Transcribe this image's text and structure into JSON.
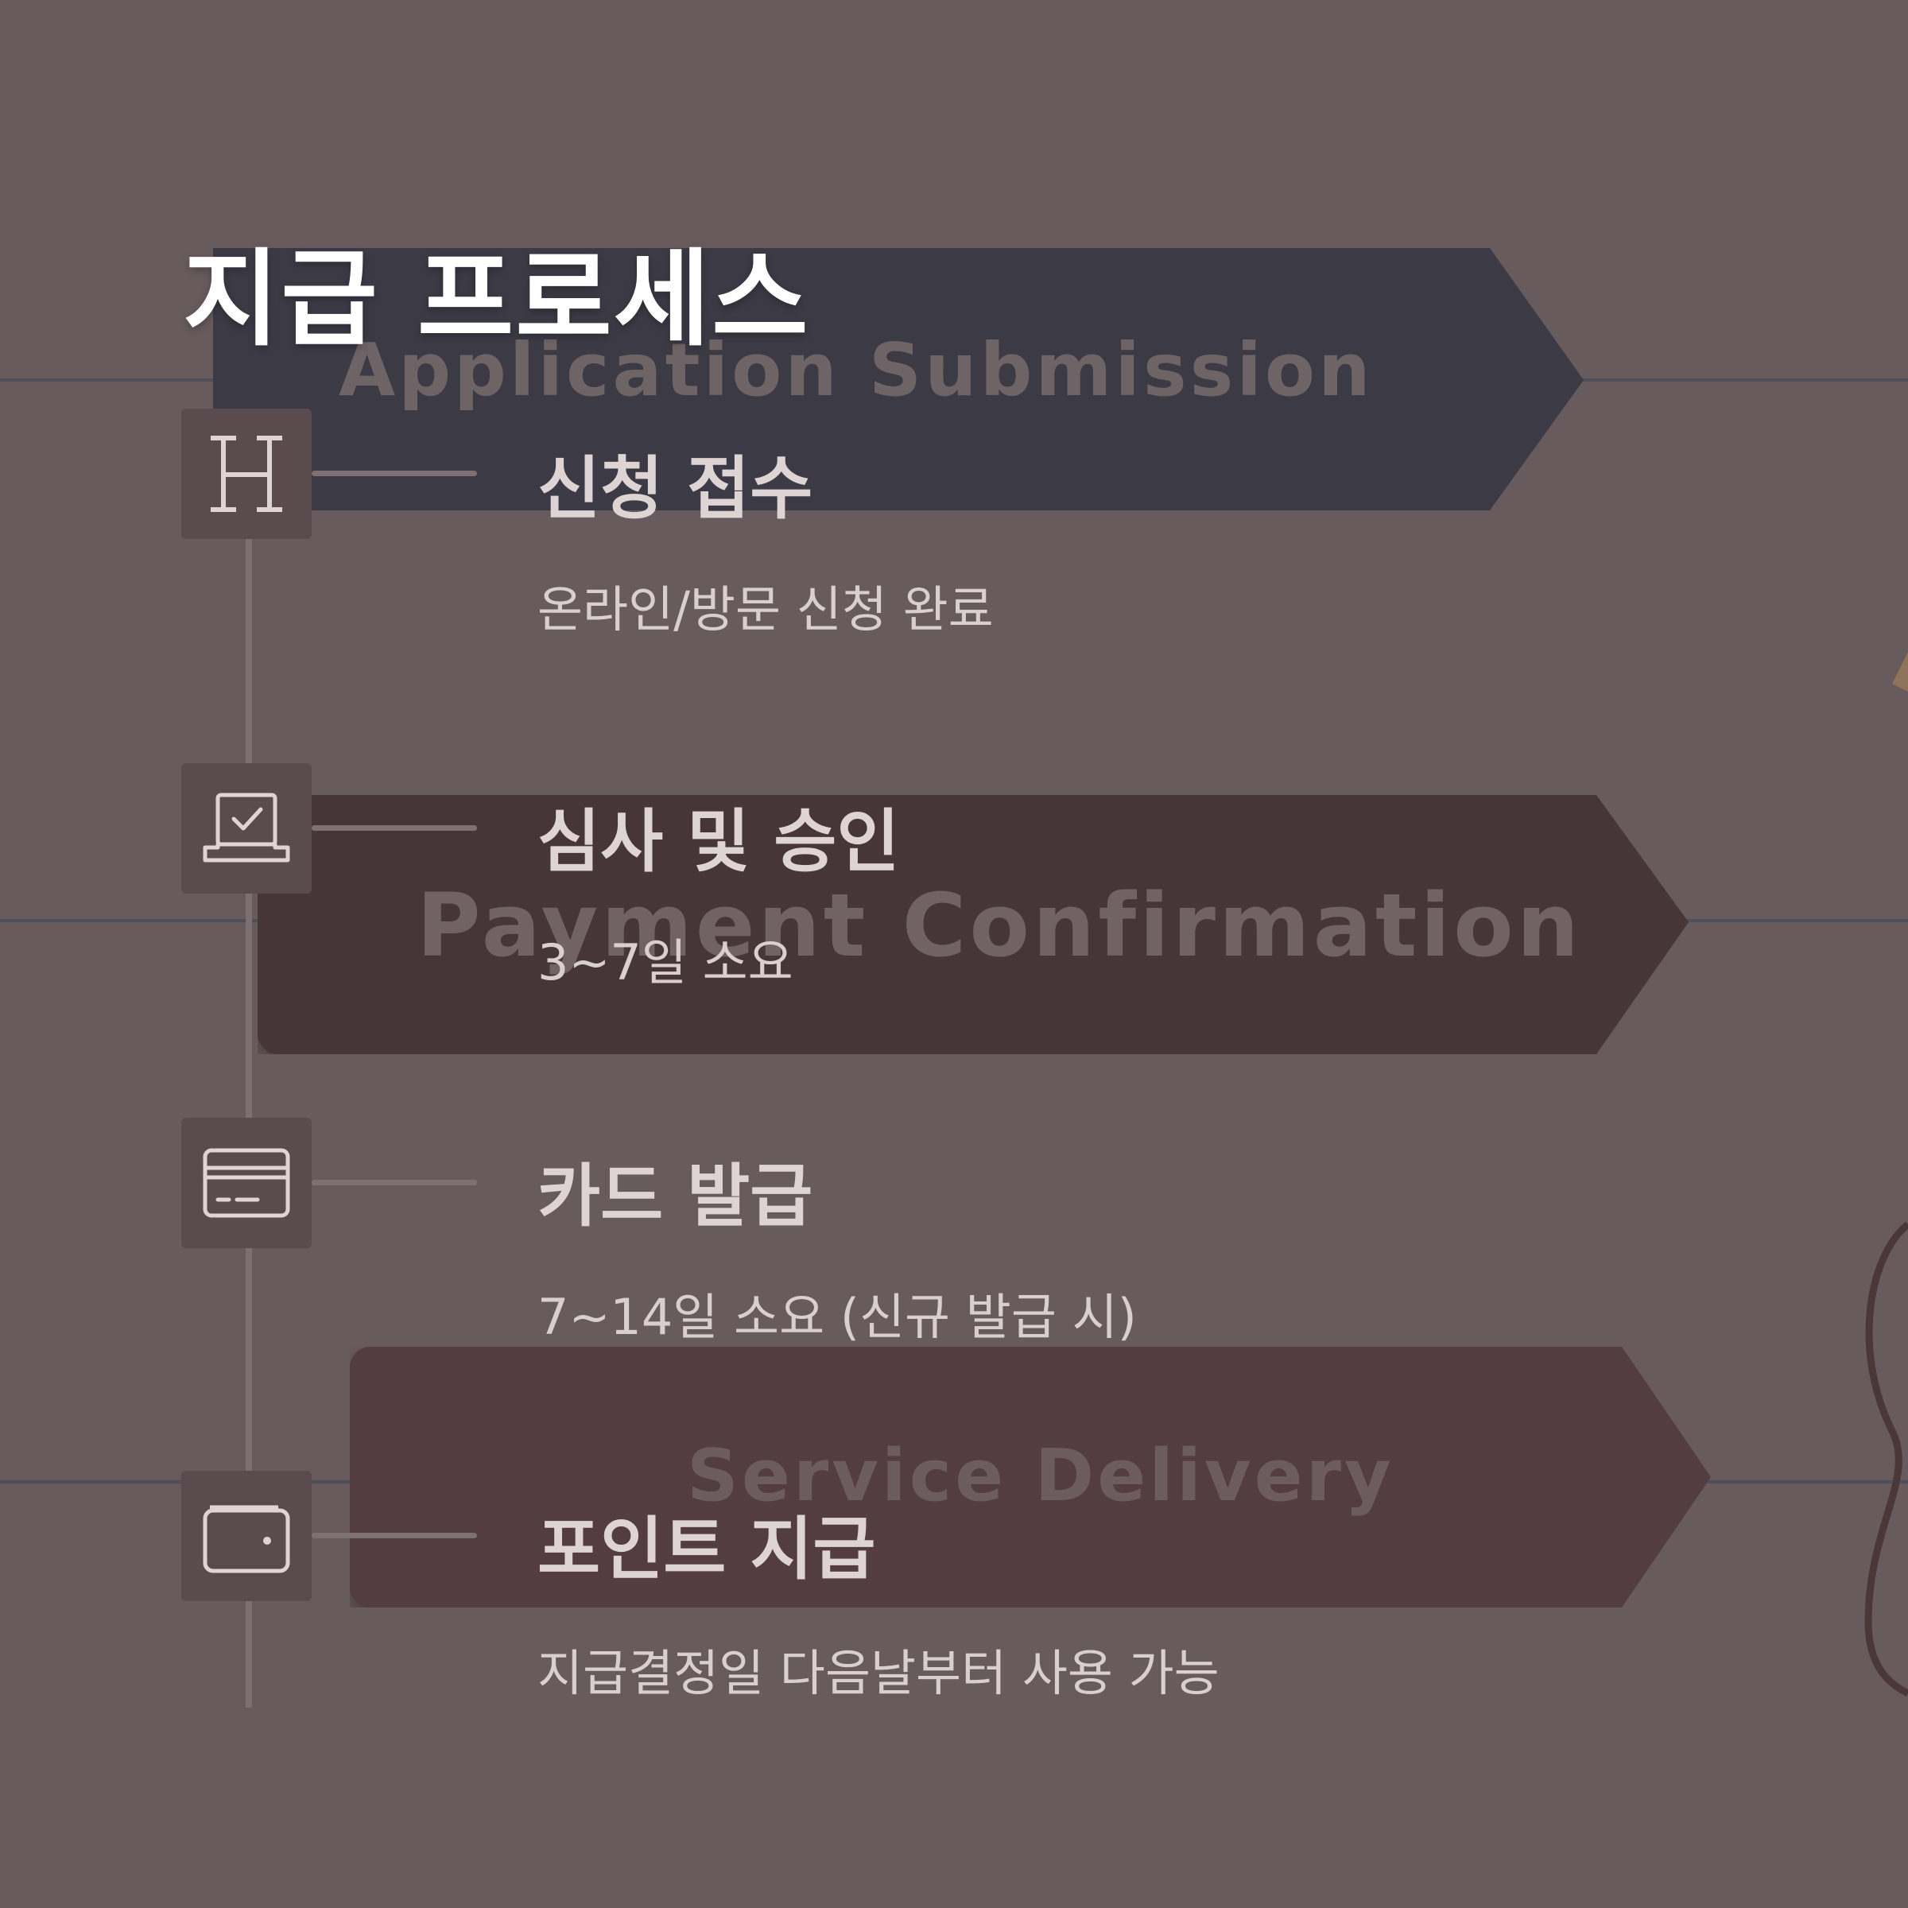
{
  "title": "지급 프로세스",
  "banners": [
    "Application Submission",
    "Payment Confirmation",
    "Service Delivery"
  ],
  "steps": [
    {
      "title": "신청 접수",
      "description": "온라인/방문 신청 완료",
      "icon": "letter-h-icon"
    },
    {
      "title": "심사 및 승인",
      "description": "3~7일 소요",
      "icon": "laptop-check-icon"
    },
    {
      "title": "카드 발급",
      "description": "7~14일 소요 (신규 발급 시)",
      "icon": "credit-card-icon"
    },
    {
      "title": "포인트 지급",
      "description": "지급결정일 다음날부터 사용 가능",
      "icon": "wallet-icon"
    }
  ],
  "colors": {
    "background": "#675b5d",
    "title": "#ffffff",
    "text": "#ddd4d3",
    "icon_tile": "#5a4b4e",
    "banner_1": "#3c3a45",
    "banner_2": "#473638",
    "banner_3": "#533d40"
  }
}
